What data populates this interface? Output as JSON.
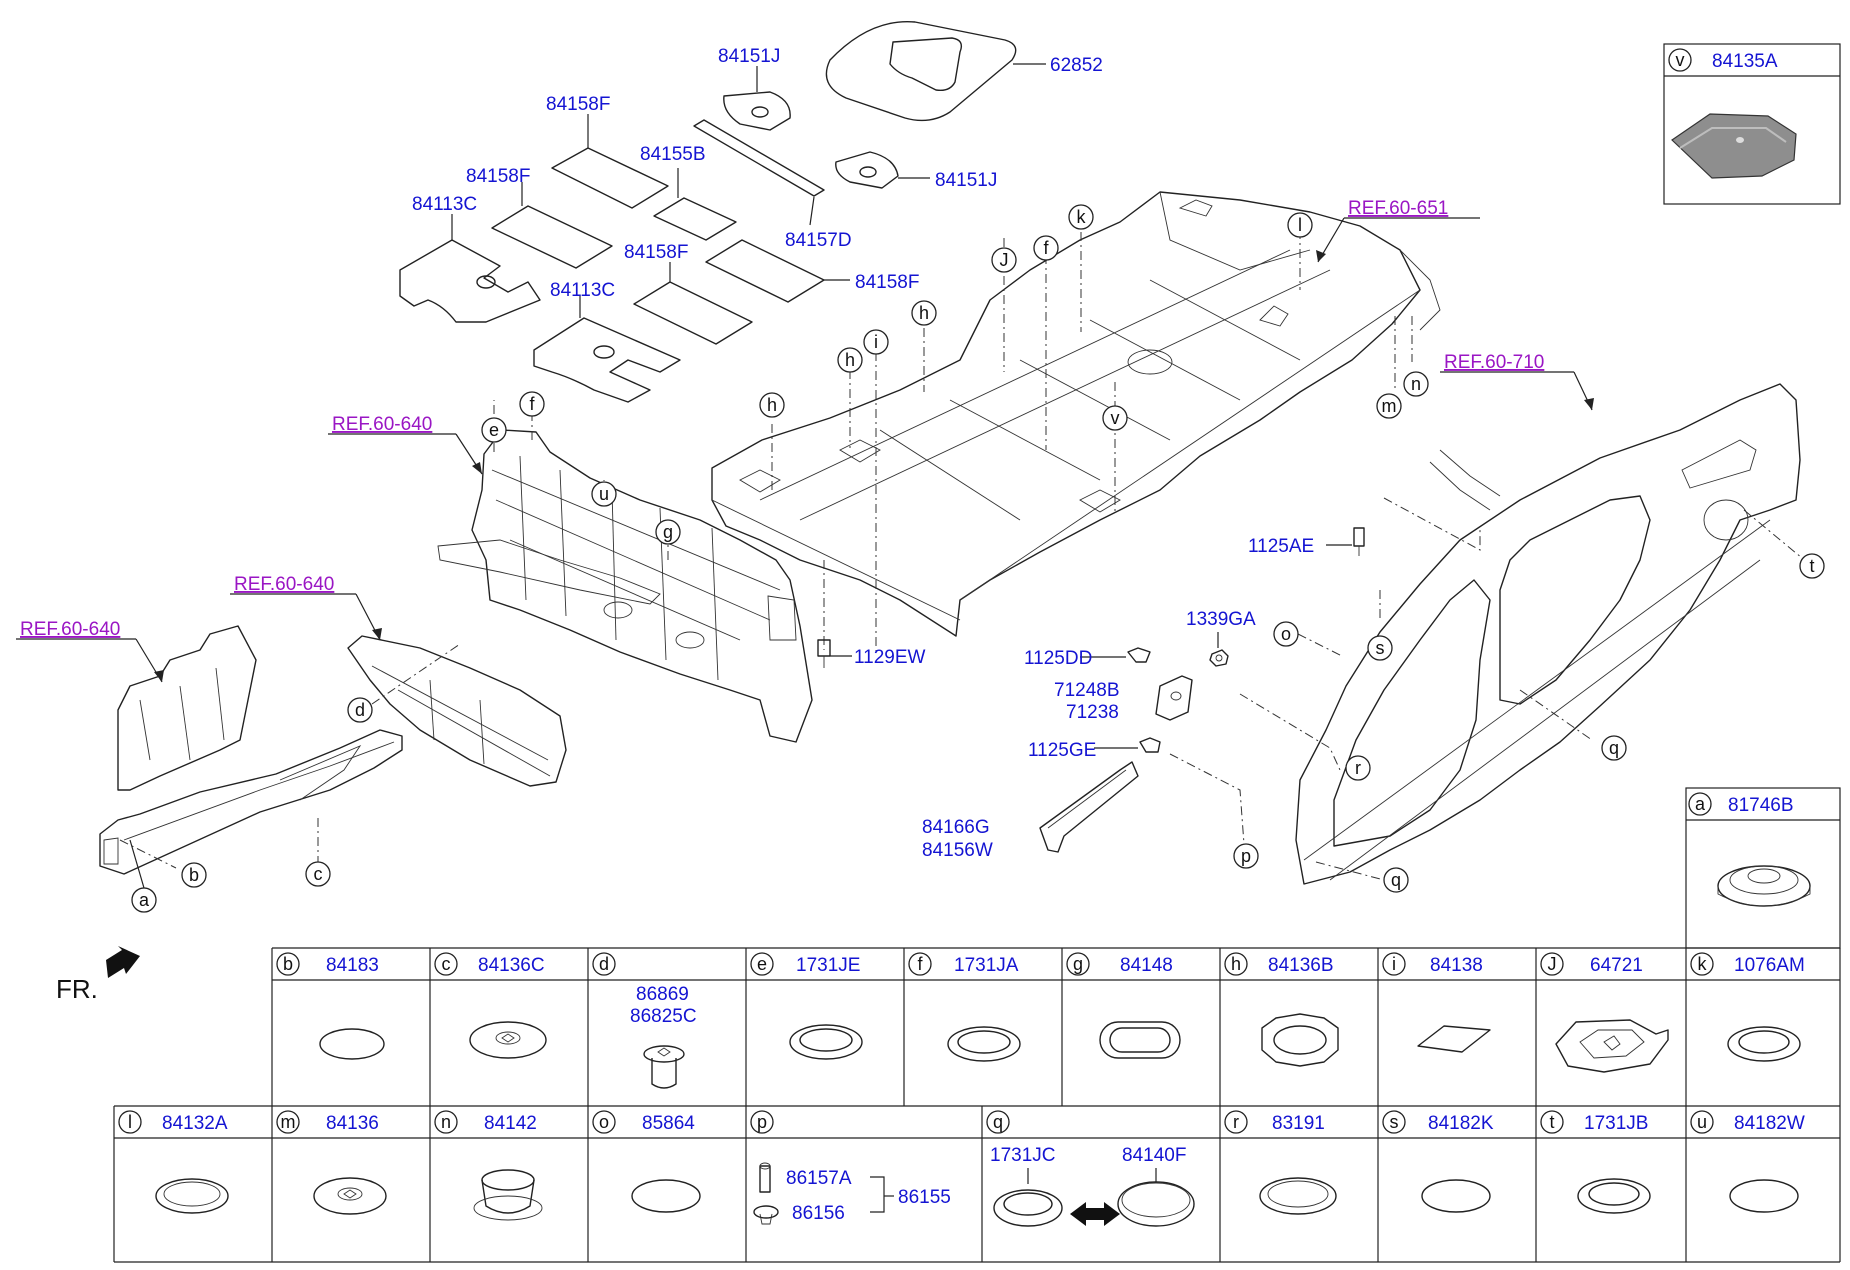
{
  "fr_label": "FR.",
  "refs": {
    "ref_651": "REF.60-651",
    "ref_710": "REF.60-710",
    "ref_640": "REF.60-640"
  },
  "part_labels": {
    "p62852": "62852",
    "p84151j": "84151J",
    "p84158f": "84158F",
    "p84155b": "84155B",
    "p84157d": "84157D",
    "p84113c": "84113C",
    "p1125ae": "1125AE",
    "p1339ga": "1339GA",
    "p1125dd": "1125DD",
    "p71248b": "71248B",
    "p71238": "71238",
    "p1125ge": "1125GE",
    "p84166g": "84166G",
    "p84156w": "84156W",
    "p1129ew": "1129EW"
  },
  "callout_letters": [
    "a",
    "b",
    "c",
    "d",
    "e",
    "f",
    "g",
    "h",
    "i",
    "j",
    "k",
    "l",
    "m",
    "n",
    "o",
    "p",
    "q",
    "r",
    "s",
    "t",
    "u",
    "v"
  ],
  "callout_letters_upper": {
    "j": "J"
  },
  "inset_v": {
    "letter": "v",
    "code": "84135A"
  },
  "inset_a": {
    "letter": "a",
    "code": "81746B"
  },
  "table_row1": [
    {
      "letter": "b",
      "code": "84183"
    },
    {
      "letter": "c",
      "code": "84136C"
    },
    {
      "letter": "d",
      "code": "",
      "codes": [
        "86869",
        "86825C"
      ]
    },
    {
      "letter": "e",
      "code": "1731JE"
    },
    {
      "letter": "f",
      "code": "1731JA"
    },
    {
      "letter": "g",
      "code": "84148"
    },
    {
      "letter": "h",
      "code": "84136B"
    },
    {
      "letter": "i",
      "code": "84138"
    },
    {
      "letter": "J",
      "code": "64721"
    },
    {
      "letter": "k",
      "code": "1076AM"
    }
  ],
  "table_row2": [
    {
      "letter": "l",
      "code": "84132A"
    },
    {
      "letter": "m",
      "code": "84136"
    },
    {
      "letter": "n",
      "code": "84142"
    },
    {
      "letter": "o",
      "code": "85864"
    },
    {
      "letter": "p",
      "code": "",
      "codes": [
        "86157A",
        "86156",
        "86155"
      ]
    },
    {
      "letter": "q",
      "code": "",
      "codes": [
        "1731JC",
        "84140F"
      ]
    },
    {
      "letter": "r",
      "code": "83191"
    },
    {
      "letter": "s",
      "code": "84182K"
    },
    {
      "letter": "t",
      "code": "1731JB"
    },
    {
      "letter": "u",
      "code": "84182W"
    }
  ]
}
